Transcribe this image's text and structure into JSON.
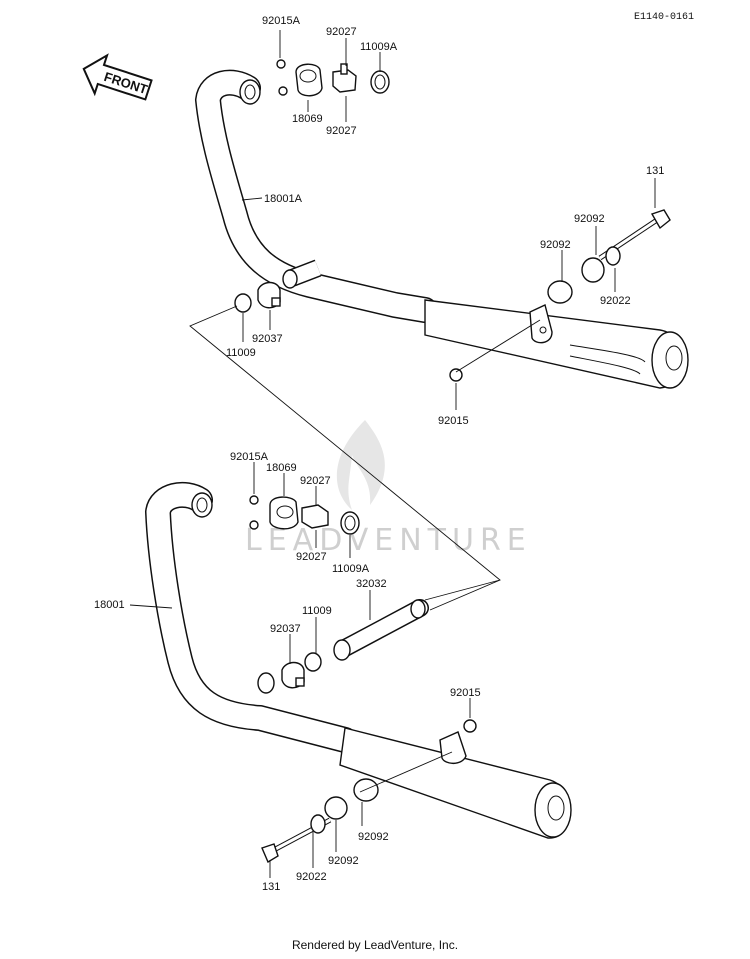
{
  "diagram_code": "E1140-0161",
  "front_label": "FRONT",
  "watermark": "LEADVENTURE",
  "footer": "Rendered by LeadVenture, Inc.",
  "labels": {
    "l01": "92015A",
    "l02": "92027",
    "l03": "11009A",
    "l04": "18069",
    "l05": "92027",
    "l06": "18001A",
    "l07": "131",
    "l08": "92092",
    "l09": "92092",
    "l10": "92022",
    "l11": "92037",
    "l12": "11009",
    "l13": "92015",
    "l14": "92015A",
    "l15": "18069",
    "l16": "92027",
    "l17": "92027",
    "l18": "11009A",
    "l19": "32032",
    "l20": "18001",
    "l21": "92037",
    "l22": "11009",
    "l23": "92015",
    "l24": "92092",
    "l25": "92092",
    "l26": "92022",
    "l27": "131"
  }
}
